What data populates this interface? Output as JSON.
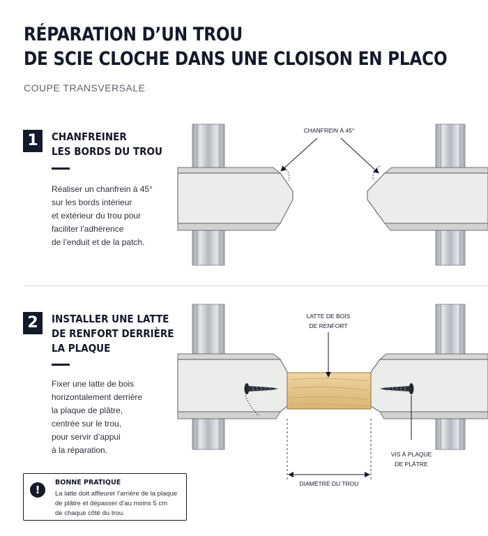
{
  "title": {
    "line1": "RÉPARATION D’UN TROU",
    "line2": "DE SCIE CLOCHE DANS UNE CLOISON EN PLACO"
  },
  "subtitle": "COUPE TRANSVERSALE",
  "steps": [
    {
      "number": "1",
      "heading": [
        "CHANFREINER",
        "LES BORDS DU TROU"
      ],
      "description": [
        "Réaliser un chanfrein à 45°",
        "sur les bords intérieur",
        "et extérieur du trou pour",
        "faciliter l’adhérence",
        "de l’enduit et de la patch."
      ],
      "labels": {
        "chamfer": "CHANFREIN À 45°"
      }
    },
    {
      "number": "2",
      "heading": [
        "INSTALLER UNE LATTE",
        "DE RENFORT DERRIÈRE",
        "LA PLAQUE"
      ],
      "description": [
        "Fixer une latte de bois",
        "horizontalement derrière",
        "la plaque de plâtre,",
        "centrée sur le trou,",
        "pour servir d’appui",
        "à la réparation."
      ],
      "labels": {
        "batten": [
          "LATTE DE BOIS",
          "DE RENFORT"
        ],
        "screw": [
          "VIS À PLAQUE",
          "DE PLÂTRE"
        ],
        "diameter": "DIAMÈTRE DU TROU"
      }
    }
  ],
  "note": {
    "icon": "exclamation-icon",
    "title": "BONNE PRATIQUE",
    "text": [
      "La latte doit affleurer l’arrière de la plaque",
      "de plâtre et dépasser d’au moins 5 cm",
      "de chaque côté du trou."
    ]
  },
  "colors": {
    "ink": "#14192a",
    "board": "#ececea",
    "wood": "#e6c98f",
    "stud": "#c9ccd1"
  }
}
